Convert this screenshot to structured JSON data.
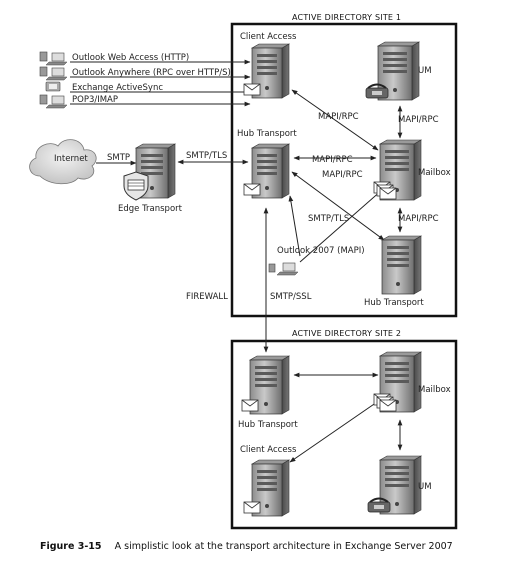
{
  "sites": {
    "site1": {
      "title": "ACTIVE DIRECTORY SITE 1"
    },
    "site2": {
      "title": "ACTIVE DIRECTORY SITE 2"
    }
  },
  "clients": {
    "owa": "Outlook Web Access (HTTP)",
    "anywhere": "Outlook Anywhere (RPC over HTTP/S)",
    "activesync": "Exchange ActiveSync",
    "pop": "POP3/IMAP"
  },
  "servers": {
    "client_access_1": "Client Access",
    "um_1": "UM",
    "hub_transport_1": "Hub Transport",
    "mailbox_1": "Mailbox",
    "hub_transport_1b": "Hub Transport",
    "edge": "Edge Transport",
    "hub_transport_2": "Hub Transport",
    "mailbox_2": "Mailbox",
    "client_access_2": "Client Access",
    "um_2": "UM"
  },
  "labels": {
    "internet": "Internet",
    "smtp": "SMTP",
    "smtp_tls_edge": "SMTP/TLS",
    "mapi_rpc_cas_mbx": "MAPI/RPC",
    "mapi_rpc_um": "MAPI/RPC",
    "mapi_rpc_hub_mbx": "MAPI/RPC",
    "mapi_rpc_diag": "MAPI/RPC",
    "mapi_rpc_mbx_hub": "MAPI/RPC",
    "smtp_tls_hubs": "SMTP/TLS",
    "outlook_mapi": "Outlook 2007 (MAPI)",
    "firewall": "FIREWALL",
    "smtp_ssl": "SMTP/SSL"
  },
  "caption": {
    "figure": "Figure 3-15",
    "text": "A simplistic look at the transport architecture in Exchange Server 2007"
  },
  "colors": {
    "line": "#222222",
    "server_light": "#b5b5b5",
    "server_dark": "#555555",
    "cloud": "#d8d8d8"
  }
}
